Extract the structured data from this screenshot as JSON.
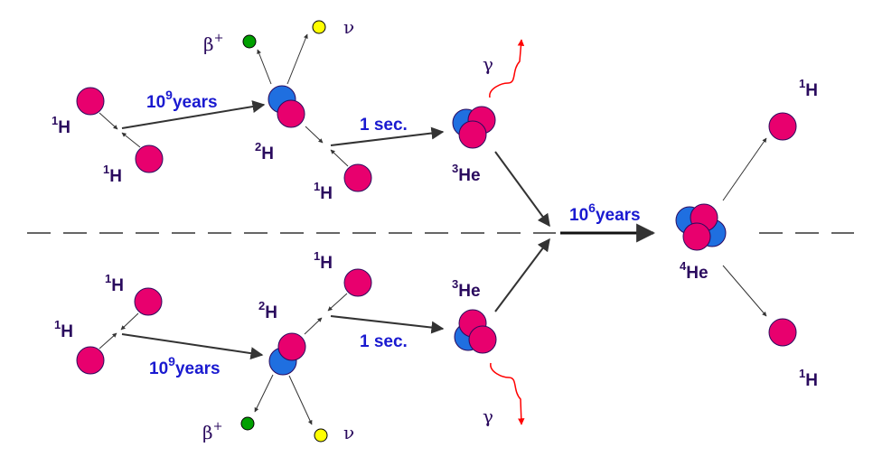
{
  "colors": {
    "proton": "#e8006e",
    "neutron": "#1f6fe0",
    "positron": "#00a000",
    "neutrino": "#ffff00",
    "gamma": "#ff0000",
    "arrow": "#333333",
    "label": "#2a0a5e",
    "time": "#1a1ad0"
  },
  "labels": {
    "h1": {
      "sup": "1",
      "sym": "H"
    },
    "h2": {
      "sup": "2",
      "sym": "H"
    },
    "he3": {
      "sup": "3",
      "sym": "He"
    },
    "he4": {
      "sup": "4",
      "sym": "He"
    },
    "positron": {
      "sym": "β",
      "sup": "+"
    },
    "neutrino": "ν",
    "gamma": "γ"
  },
  "steps": {
    "pp": {
      "base": "10",
      "exp": "9",
      "unit": "years"
    },
    "dp": "1 sec.",
    "he3he3": {
      "base": "10",
      "exp": "6",
      "unit": "years"
    }
  }
}
